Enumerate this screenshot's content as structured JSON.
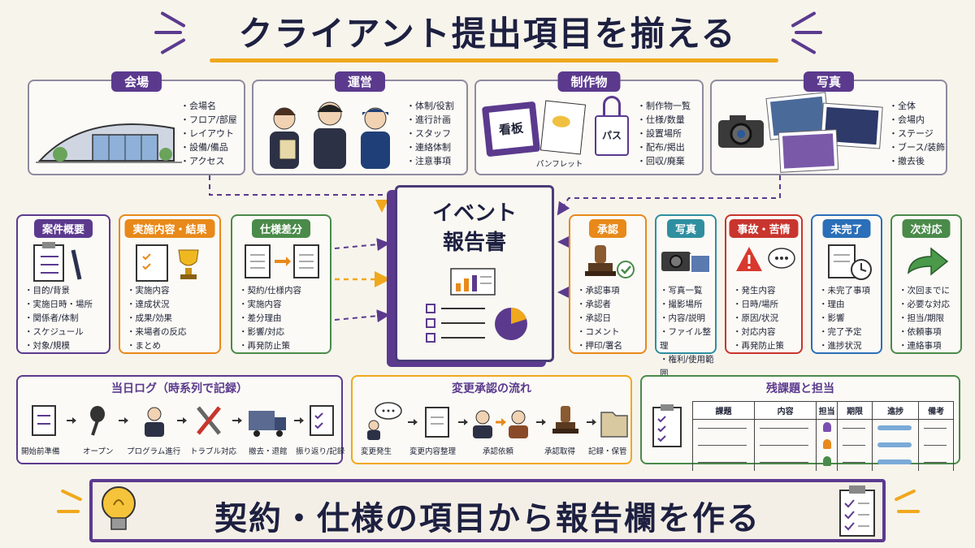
{
  "title": "クライアント提出項目を揃える",
  "top_sections": [
    {
      "label": "会場",
      "items": [
        "会場名",
        "フロア/部屋",
        "レイアウト",
        "設備/備品",
        "アクセス"
      ]
    },
    {
      "label": "運営",
      "items": [
        "体制/役割",
        "進行計画",
        "スタッフ",
        "連絡体制",
        "注意事項"
      ]
    },
    {
      "label": "制作物",
      "items": [
        "制作物一覧",
        "仕様/数量",
        "設置場所",
        "配布/掲出",
        "回収/廃棄"
      ],
      "sign_text": "看板",
      "pamphlet_text": "パンフレット",
      "pass_text": "パス"
    },
    {
      "label": "写真",
      "items": [
        "全体",
        "会場内",
        "ステージ",
        "ブース/装飾",
        "撤去後"
      ]
    }
  ],
  "left_cards": [
    {
      "label": "案件概要",
      "color": "#5b3a8e",
      "items": [
        "目的/背景",
        "実施日時・場所",
        "関係者/体制",
        "スケジュール",
        "対象/規模"
      ]
    },
    {
      "label": "実施内容・結果",
      "color": "#e8891a",
      "items": [
        "実施内容",
        "達成状況",
        "成果/効果",
        "来場者の反応",
        "まとめ"
      ]
    },
    {
      "label": "仕様差分",
      "color": "#4a8a4a",
      "items": [
        "契約/仕様内容",
        "実施内容",
        "差分理由",
        "影響/対応",
        "再発防止策"
      ]
    }
  ],
  "book": {
    "line1": "イベント",
    "line2": "報告書"
  },
  "right_cards": [
    {
      "label": "承認",
      "color": "#e8891a",
      "items": [
        "承認事項",
        "承認者",
        "承認日",
        "コメント",
        "押印/署名"
      ]
    },
    {
      "label": "写真",
      "color": "#2f8fa0",
      "items": [
        "写真一覧",
        "撮影場所",
        "内容/説明",
        "ファイル整理",
        "権利/使用範囲"
      ]
    },
    {
      "label": "事故・苦情",
      "color": "#c8352e",
      "items": [
        "発生内容",
        "日時/場所",
        "原因/状況",
        "対応内容",
        "再発防止策"
      ]
    },
    {
      "label": "未完了",
      "color": "#2a6fb8",
      "items": [
        "未完了事項",
        "理由",
        "影響",
        "完了予定",
        "進捗状況"
      ]
    },
    {
      "label": "次対応",
      "color": "#4a8a4a",
      "items": [
        "次回までに",
        "必要な対応",
        "担当/期限",
        "依頼事項",
        "連絡事項"
      ]
    }
  ],
  "log_flow": {
    "title": "当日ログ（時系列で記録）",
    "steps": [
      "開始前準備",
      "オープン",
      "プログラム進行",
      "トラブル対応",
      "撤去・退館",
      "振り返り/記録"
    ]
  },
  "change_flow": {
    "title": "変更承認の流れ",
    "steps": [
      "変更発生",
      "変更内容整理",
      "承認依頼",
      "承認取得",
      "記録・保管"
    ]
  },
  "tasks": {
    "title": "残課題と担当",
    "headers": [
      "課題",
      "内容",
      "担当",
      "期限",
      "進捗",
      "備考"
    ],
    "assignee_colors": [
      "#7a4fb0",
      "#e8891a",
      "#4a8a4a"
    ]
  },
  "banner": "契約・仕様の項目から報告欄を作る",
  "colors": {
    "accent": "#5b3a8e",
    "highlight": "#f0a81c"
  }
}
